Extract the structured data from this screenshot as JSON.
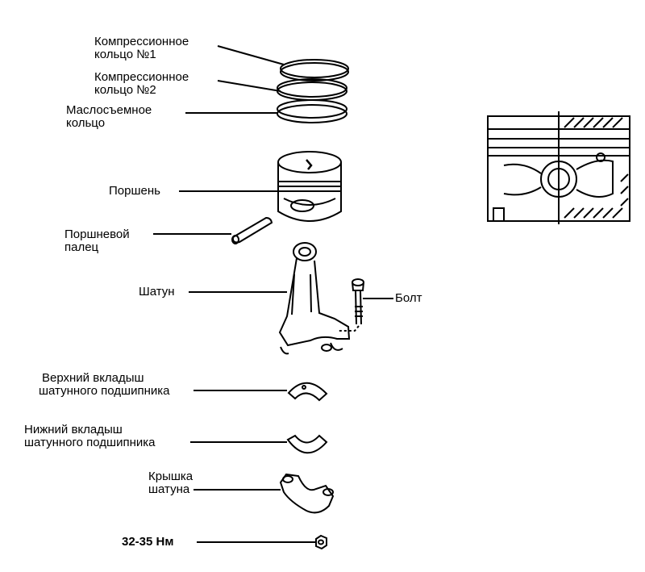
{
  "labels": {
    "ring1": [
      "Компрессионное",
      "кольцо №1"
    ],
    "ring2": [
      "Компрессионное",
      "кольцо №2"
    ],
    "oil_ring": [
      "Маслосъемное",
      "кольцо"
    ],
    "piston": "Поршень",
    "pin": [
      "Поршневой",
      "палец"
    ],
    "rod": "Шатун",
    "bolt": "Болт",
    "upper_bearing": [
      "Верхний вкладыш",
      "шатунного подшипника"
    ],
    "lower_bearing": [
      "Нижний вкладыш",
      "шатунного подшипника"
    ],
    "cap": [
      "Крышка",
      "шатуна"
    ],
    "torque": "32-35 Нм"
  }
}
